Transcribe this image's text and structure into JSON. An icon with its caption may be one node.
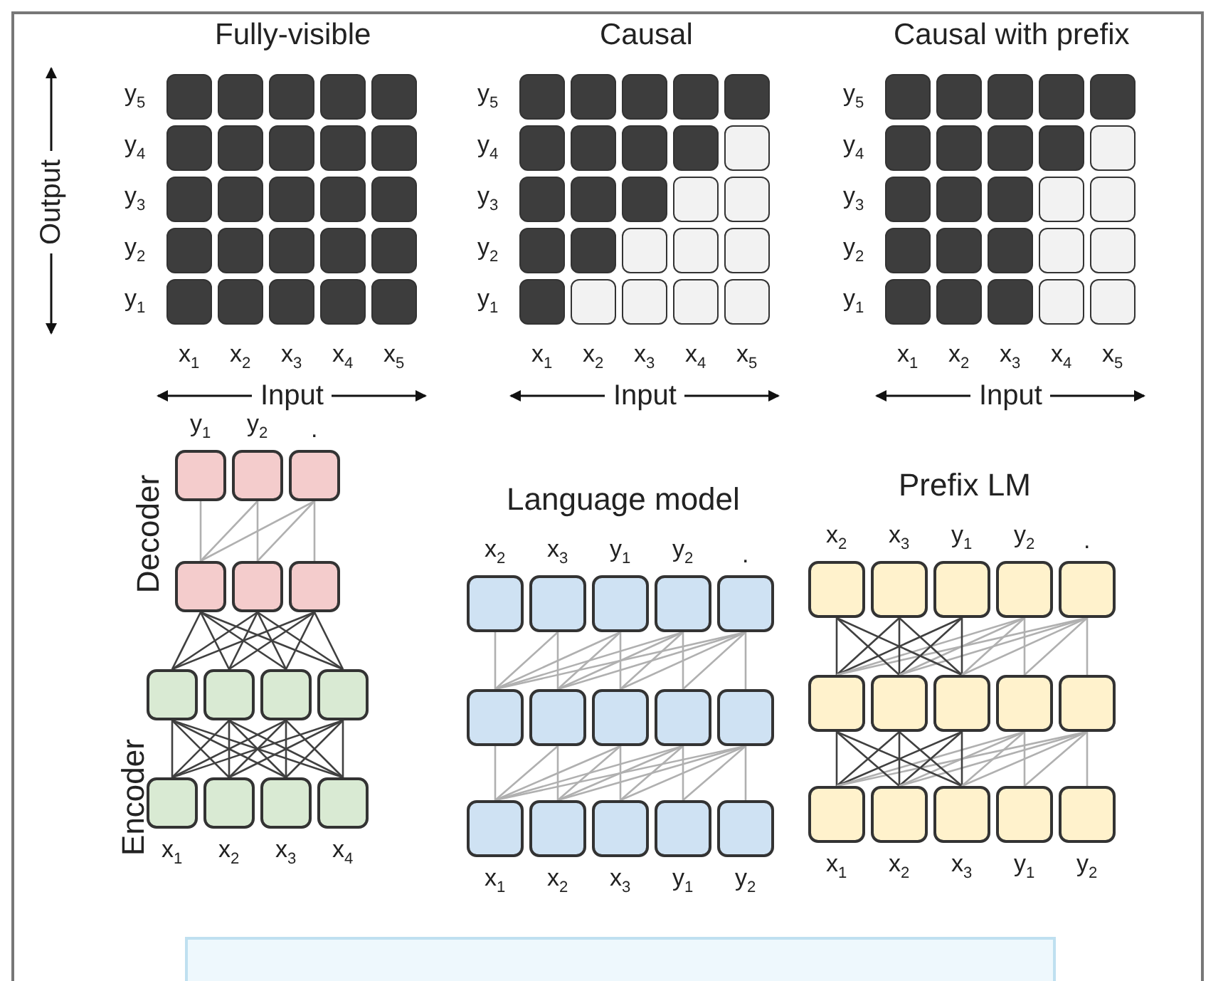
{
  "diagram": {
    "nodes": [
      {
        "text": [],
        "shape": "box",
        "beside": [
          "y$_{1}$"
        ]
      },
      {
        "text": [],
        "shape": "box",
        "beside": [
          "y$_{2}$"
        ]
      },
      {
        "text": [],
        "shape": "box",
        "beside": [
          "."
        ]
      },
      {
        "text": [],
        "shape": "box"
      },
      {
        "text": [],
        "shape": "box"
      },
      {
        "text": [],
        "shape": "box"
      },
      {
        "text": [],
        "shape": "box"
      },
      {
        "text": [],
        "shape": "box"
      },
      {
        "text": [],
        "shape": "box"
      },
      {
        "text": [],
        "shape": "box"
      },
      {
        "text": [],
        "shape": "box",
        "beside": [
          "x$_{1}$"
        ]
      },
      {
        "text": [],
        "shape": "box",
        "beside": [
          "x$_{2}$"
        ]
      },
      {
        "text": [],
        "shape": "box",
        "beside": [
          "x$_{3}$"
        ]
      },
      {
        "text": [],
        "shape": "box",
        "beside": [
          "x$_{4}$"
        ]
      },
      {
        "text": [],
        "shape": "box",
        "beside": [
          "x$_{2}$"
        ]
      },
      {
        "text": [],
        "shape": "box",
        "beside": [
          "x$_{3}$"
        ]
      },
      {
        "text": [],
        "shape": "box",
        "beside": [
          "y$_{1}$"
        ]
      },
      {
        "text": [],
        "shape": "box",
        "beside": [
          "y$_{2}$"
        ]
      },
      {
        "text": [],
        "shape": "box",
        "beside": [
          "."
        ]
      },
      {
        "text": [],
        "shape": "box"
      },
      {
        "text": [],
        "shape": "box"
      },
      {
        "text": [],
        "shape": "box"
      },
      {
        "text": [],
        "shape": "box"
      },
      {
        "text": [],
        "shape": "box"
      },
      {
        "text": [],
        "shape": "box",
        "beside": [
          "x$_{1}$"
        ]
      },
      {
        "text": [],
        "shape": "box",
        "beside": [
          "x$_{2}$"
        ]
      },
      {
        "text": [],
        "shape": "box",
        "beside": [
          "x$_{3}$"
        ]
      },
      {
        "text": [],
        "shape": "box",
        "beside": [
          "y$_{1}$"
        ]
      },
      {
        "text": [],
        "shape": "box",
        "beside": [
          "y$_{2}$"
        ]
      },
      {
        "text": [],
        "shape": "box",
        "beside": [
          "x$_{2}$"
        ]
      },
      {
        "text": [],
        "shape": "box",
        "beside": [
          "x$_{3}$"
        ]
      },
      {
        "text": [],
        "shape": "box",
        "beside": [
          "y$_{1}$"
        ]
      },
      {
        "text": [],
        "shape": "box",
        "beside": [
          "y$_{2}$"
        ]
      },
      {
        "text": [],
        "shape": "box",
        "beside": [
          "."
        ]
      },
      {
        "text": [],
        "shape": "box"
      },
      {
        "text": [],
        "shape": "box"
      },
      {
        "text": [],
        "shape": "box"
      },
      {
        "text": [],
        "shape": "box"
      },
      {
        "text": [],
        "shape": "box"
      },
      {
        "text": [],
        "shape": "box",
        "beside": [
          "x$_{1}$"
        ]
      },
      {
        "text": [],
        "shape": "box",
        "beside": [
          "x$_{2}$"
        ]
      },
      {
        "text": [],
        "shape": "box",
        "beside": [
          "x$_{3}$"
        ]
      },
      {
        "text": [],
        "shape": "box",
        "beside": [
          "y$_{1}$"
        ]
      },
      {
        "text": [],
        "shape": "box",
        "beside": [
          "y$_{2}$"
        ]
      }
    ],
    "edges": [
      {
        "from": 10,
        "to": 6,
        "arrow": "none",
        "color": "#404040"
      },
      {
        "from": 10,
        "to": 7,
        "arrow": "none",
        "color": "#404040"
      },
      {
        "from": 10,
        "to": 8,
        "arrow": "none",
        "color": "#404040"
      },
      {
        "from": 10,
        "to": 9,
        "arrow": "none",
        "color": "#404040"
      },
      {
        "from": 11,
        "to": 6,
        "arrow": "none",
        "color": "#404040"
      },
      {
        "from": 11,
        "to": 7,
        "arrow": "none",
        "color": "#404040"
      },
      {
        "from": 11,
        "to": 8,
        "arrow": "none",
        "color": "#404040"
      },
      {
        "from": 11,
        "to": 9,
        "arrow": "none",
        "color": "#404040"
      },
      {
        "from": 12,
        "to": 6,
        "arrow": "none",
        "color": "#404040"
      },
      {
        "from": 12,
        "to": 7,
        "arrow": "none",
        "color": "#404040"
      },
      {
        "from": 12,
        "to": 8,
        "arrow": "none",
        "color": "#404040"
      },
      {
        "from": 12,
        "to": 9,
        "arrow": "none",
        "color": "#404040"
      },
      {
        "from": 13,
        "to": 6,
        "arrow": "none",
        "color": "#404040"
      },
      {
        "from": 13,
        "to": 7,
        "arrow": "none",
        "color": "#404040"
      },
      {
        "from": 13,
        "to": 8,
        "arrow": "none",
        "color": "#404040"
      },
      {
        "from": 13,
        "to": 9,
        "arrow": "none",
        "color": "#404040"
      },
      {
        "from": 6,
        "to": 3,
        "arrow": "none",
        "color": "#404040"
      },
      {
        "from": 6,
        "to": 4,
        "arrow": "none",
        "color": "#404040"
      },
      {
        "from": 6,
        "to": 5,
        "arrow": "none",
        "color": "#404040"
      },
      {
        "from": 7,
        "to": 3,
        "arrow": "none",
        "color": "#404040"
      },
      {
        "from": 7,
        "to": 4,
        "arrow": "none",
        "color": "#404040"
      },
      {
        "from": 7,
        "to": 5,
        "arrow": "none",
        "color": "#404040"
      },
      {
        "from": 8,
        "to": 3,
        "arrow": "none",
        "color": "#404040"
      },
      {
        "from": 8,
        "to": 4,
        "arrow": "none",
        "color": "#404040"
      },
      {
        "from": 8,
        "to": 5,
        "arrow": "none",
        "color": "#404040"
      },
      {
        "from": 9,
        "to": 3,
        "arrow": "none",
        "color": "#404040"
      },
      {
        "from": 9,
        "to": 4,
        "arrow": "none",
        "color": "#404040"
      },
      {
        "from": 9,
        "to": 5,
        "arrow": "none",
        "color": "#404040"
      },
      {
        "from": 3,
        "to": 0,
        "arrow": "none"
      },
      {
        "from": 3,
        "to": 1,
        "arrow": "none"
      },
      {
        "from": 3,
        "to": 2,
        "arrow": "none"
      },
      {
        "from": 4,
        "to": 1,
        "arrow": "none"
      },
      {
        "from": 4,
        "to": 2,
        "arrow": "none"
      },
      {
        "from": 5,
        "to": 2,
        "arrow": "none"
      },
      {
        "from": 24,
        "to": 19,
        "arrow": "none"
      },
      {
        "from": 24,
        "to": 20,
        "arrow": "none"
      },
      {
        "from": 24,
        "to": 21,
        "arrow": "none"
      },
      {
        "from": 24,
        "to": 22,
        "arrow": "none"
      },
      {
        "from": 24,
        "to": 23,
        "arrow": "none"
      },
      {
        "from": 25,
        "to": 20,
        "arrow": "none"
      },
      {
        "from": 25,
        "to": 21,
        "arrow": "none"
      },
      {
        "from": 25,
        "to": 22,
        "arrow": "none"
      },
      {
        "from": 25,
        "to": 23,
        "arrow": "none"
      },
      {
        "from": 26,
        "to": 21,
        "arrow": "none"
      },
      {
        "from": 26,
        "to": 22,
        "arrow": "none"
      },
      {
        "from": 26,
        "to": 23,
        "arrow": "none"
      },
      {
        "from": 27,
        "to": 22,
        "arrow": "none"
      },
      {
        "from": 27,
        "to": 23,
        "arrow": "none"
      },
      {
        "from": 28,
        "to": 23,
        "arrow": "none"
      },
      {
        "from": 19,
        "to": 14,
        "arrow": "none"
      },
      {
        "from": 19,
        "to": 15,
        "arrow": "none"
      },
      {
        "from": 19,
        "to": 16,
        "arrow": "none"
      },
      {
        "from": 19,
        "to": 17,
        "arrow": "none"
      },
      {
        "from": 19,
        "to": 18,
        "arrow": "none"
      },
      {
        "from": 20,
        "to": 15,
        "arrow": "none"
      },
      {
        "from": 20,
        "to": 16,
        "arrow": "none"
      },
      {
        "from": 20,
        "to": 17,
        "arrow": "none"
      },
      {
        "from": 20,
        "to": 18,
        "arrow": "none"
      },
      {
        "from": 21,
        "to": 16,
        "arrow": "none"
      },
      {
        "from": 21,
        "to": 17,
        "arrow": "none"
      },
      {
        "from": 21,
        "to": 18,
        "arrow": "none"
      },
      {
        "from": 22,
        "to": 17,
        "arrow": "none"
      },
      {
        "from": 22,
        "to": 18,
        "arrow": "none"
      },
      {
        "from": 23,
        "to": 18,
        "arrow": "none"
      },
      {
        "from": 39,
        "to": 34,
        "arrow": "none",
        "color": "#404040"
      },
      {
        "from": 39,
        "to": 35,
        "arrow": "none",
        "color": "#404040"
      },
      {
        "from": 39,
        "to": 36,
        "arrow": "none",
        "color": "#404040"
      },
      {
        "from": 39,
        "to": 37,
        "arrow": "none"
      },
      {
        "from": 39,
        "to": 38,
        "arrow": "none"
      },
      {
        "from": 40,
        "to": 34,
        "arrow": "none",
        "color": "#404040"
      },
      {
        "from": 40,
        "to": 35,
        "arrow": "none",
        "color": "#404040"
      },
      {
        "from": 40,
        "to": 36,
        "arrow": "none",
        "color": "#404040"
      },
      {
        "from": 40,
        "to": 37,
        "arrow": "none"
      },
      {
        "from": 40,
        "to": 38,
        "arrow": "none"
      },
      {
        "from": 41,
        "to": 34,
        "arrow": "none",
        "color": "#404040"
      },
      {
        "from": 41,
        "to": 35,
        "arrow": "none",
        "color": "#404040"
      },
      {
        "from": 41,
        "to": 36,
        "arrow": "none",
        "color": "#404040"
      },
      {
        "from": 41,
        "to": 37,
        "arrow": "none"
      },
      {
        "from": 41,
        "to": 38,
        "arrow": "none"
      },
      {
        "from": 42,
        "to": 37,
        "arrow": "none"
      },
      {
        "from": 42,
        "to": 38,
        "arrow": "none"
      },
      {
        "from": 43,
        "to": 38,
        "arrow": "none"
      },
      {
        "from": 34,
        "to": 29,
        "arrow": "none",
        "color": "#404040"
      },
      {
        "from": 34,
        "to": 30,
        "arrow": "none",
        "color": "#404040"
      },
      {
        "from": 34,
        "to": 31,
        "arrow": "none",
        "color": "#404040"
      },
      {
        "from": 34,
        "to": 32,
        "arrow": "none"
      },
      {
        "from": 34,
        "to": 33,
        "arrow": "none"
      },
      {
        "from": 35,
        "to": 29,
        "arrow": "none",
        "color": "#404040"
      },
      {
        "from": 35,
        "to": 30,
        "arrow": "none",
        "color": "#404040"
      },
      {
        "from": 35,
        "to": 31,
        "arrow": "none",
        "color": "#404040"
      },
      {
        "from": 35,
        "to": 32,
        "arrow": "none"
      },
      {
        "from": 35,
        "to": 33,
        "arrow": "none"
      },
      {
        "from": 36,
        "to": 29,
        "arrow": "none",
        "color": "#404040"
      },
      {
        "from": 36,
        "to": 30,
        "arrow": "none",
        "color": "#404040"
      },
      {
        "from": 36,
        "to": 31,
        "arrow": "none",
        "color": "#404040"
      },
      {
        "from": 36,
        "to": 32,
        "arrow": "none"
      },
      {
        "from": 36,
        "to": 33,
        "arrow": "none"
      },
      {
        "from": 37,
        "to": 32,
        "arrow": "none"
      },
      {
        "from": 37,
        "to": 33,
        "arrow": "none"
      },
      {
        "from": 38,
        "to": 33,
        "arrow": "none"
      }
    ],
    "labels": [
      "Fully-visible",
      "Causal",
      "Causal with prefix",
      "Output",
      "y$_{5}$",
      "y$_{4}$",
      "y$_{3}$",
      "y$_{2}$",
      "y$_{1}$",
      "y$_{5}$",
      "y$_{4}$",
      "y$_{3}$",
      "y$_{2}$",
      "y$_{1}$",
      "y$_{5}$",
      "y$_{4}$",
      "y$_{3}$",
      "y$_{2}$",
      "y$_{1}$",
      "x$_{1}$",
      "x$_{2}$",
      "x$_{3}$",
      "x$_{4}$",
      "x$_{5}$",
      "x$_{1}$",
      "x$_{2}$",
      "x$_{3}$",
      "x$_{4}$",
      "x$_{5}$",
      "x$_{1}$",
      "x$_{2}$",
      "x$_{3}$",
      "x$_{4}$",
      "x$_{5}$",
      "Input",
      "Input",
      "Input",
      "Decoder",
      "Language model",
      "Prefix LM",
      "Encoder"
    ]
  }
}
